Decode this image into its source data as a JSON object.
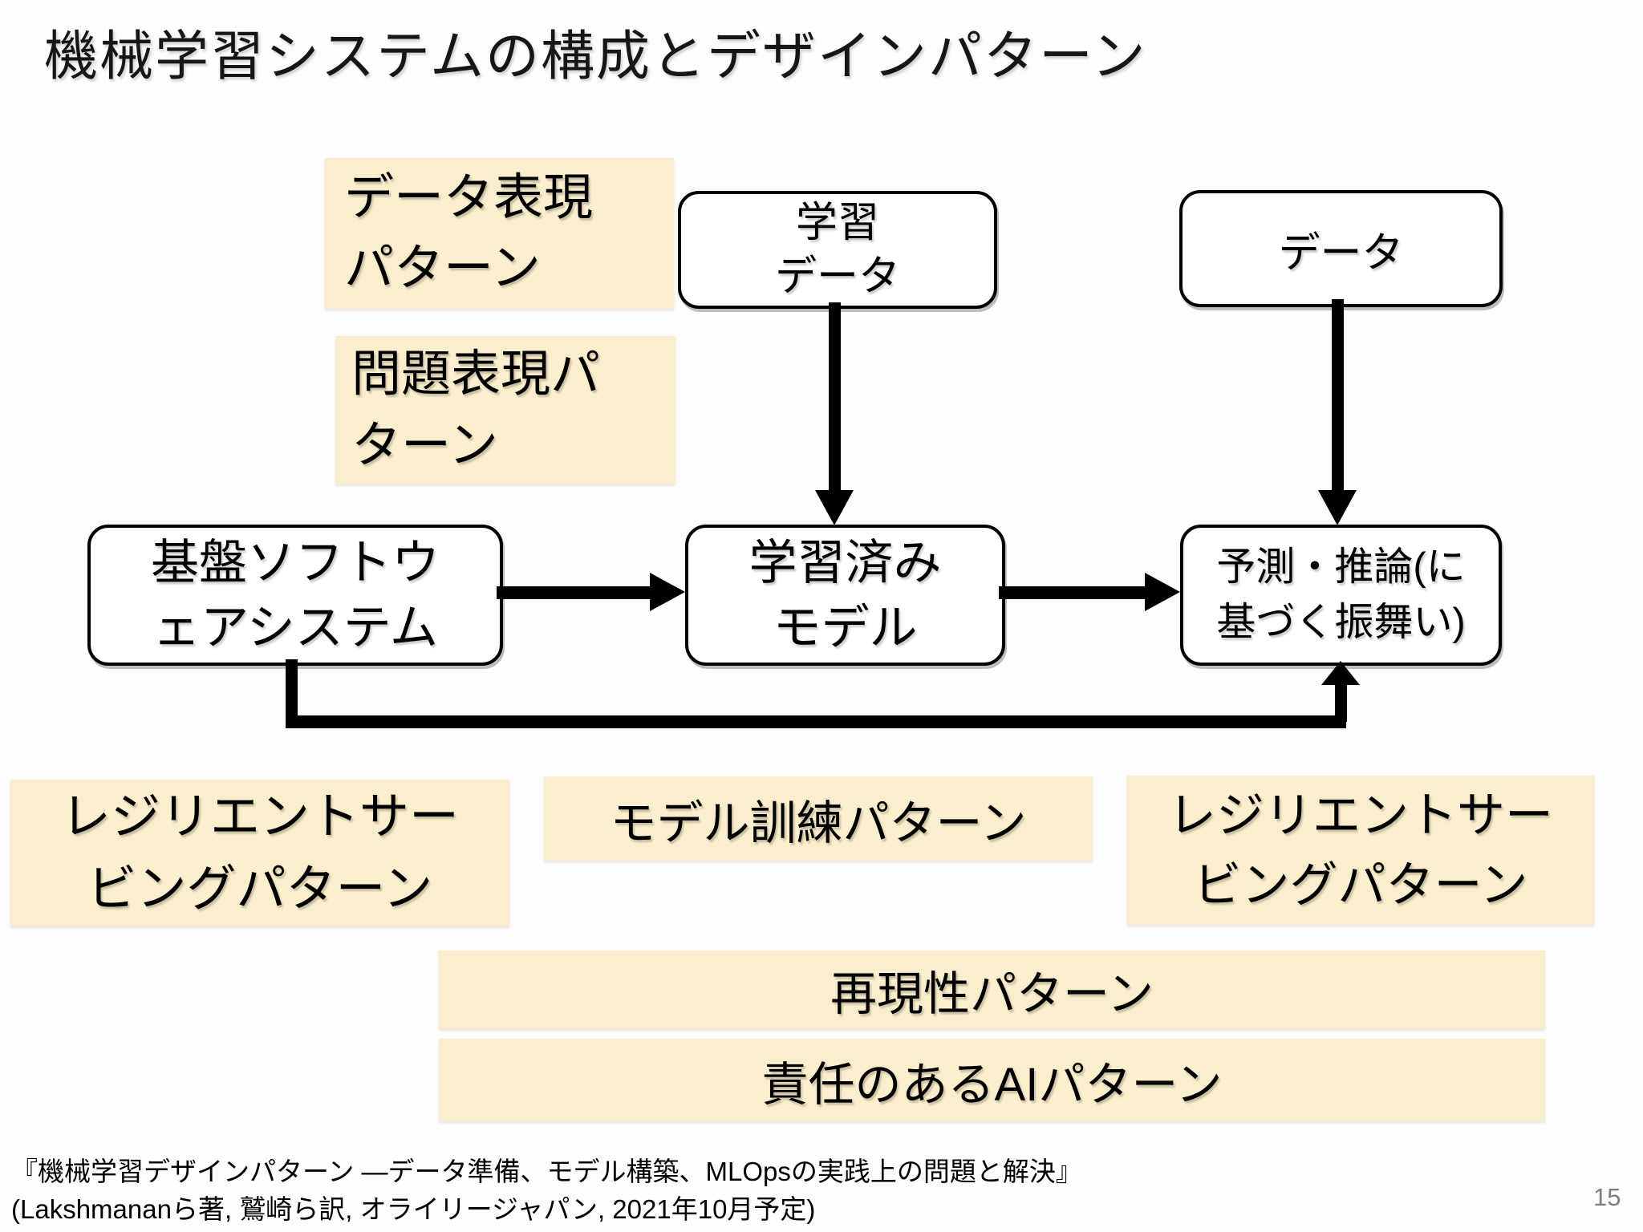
{
  "title": "機械学習システムの構成とデザインパターン",
  "page_number": "15",
  "colors": {
    "background": "#FDFDFD",
    "highlight": "#FBEECC",
    "node_border": "#000000",
    "arrow": "#000000",
    "page_number": "#7F7F7F"
  },
  "nodes": {
    "training_data": "学習\nデータ",
    "data": "データ",
    "base_software_system": "基盤ソフトウ\nェアシステム",
    "trained_model": "学習済み\nモデル",
    "prediction_inference": "予測・推論(に\n基づく振舞い)"
  },
  "patterns": {
    "data_representation": "データ表現\nパターン",
    "problem_representation": "問題表現パ\nターン",
    "resilient_serving_left": "レジリエントサー\nビングパターン",
    "model_training": "モデル訓練パターン",
    "resilient_serving_right": "レジリエントサー\nビングパターン",
    "reproducibility": "再現性パターン",
    "responsible_ai": "責任のあるAIパターン"
  },
  "footer": {
    "line1": "『機械学習デザインパターン ―データ準備、モデル構築、MLOpsの実践上の問題と解決』",
    "line2": "(Lakshmananら著, 鷲崎ら訳, オライリージャパン, 2021年10月予定)"
  }
}
